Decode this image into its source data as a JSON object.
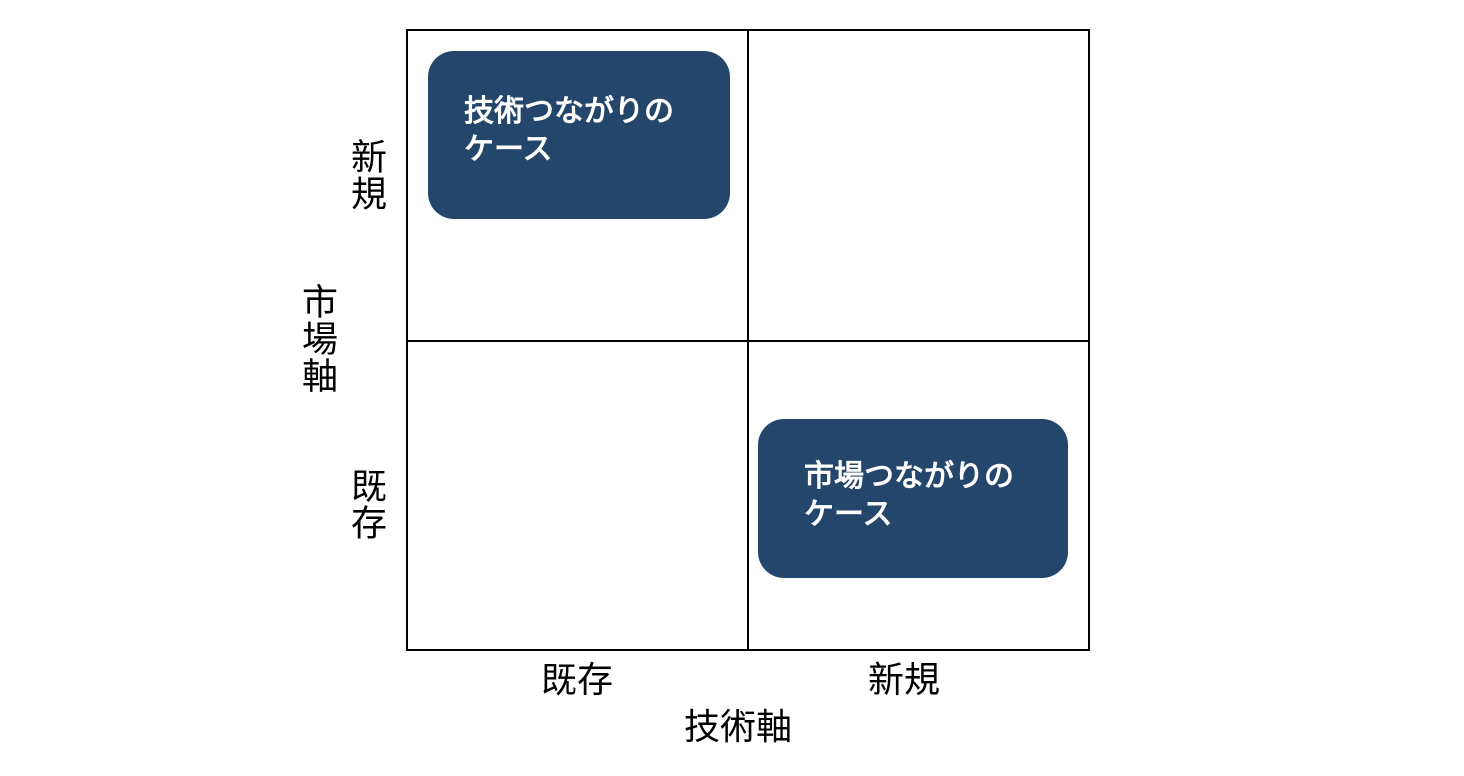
{
  "matrix": {
    "cells": {
      "top_left": {
        "line1": "技術つながりの",
        "line2": "ケース"
      },
      "bottom_right": {
        "line1": "市場つながりの",
        "line2": "ケース"
      }
    }
  },
  "axes": {
    "y": {
      "title": "市場軸",
      "top_label": "新規",
      "bottom_label": "既存"
    },
    "x": {
      "title": "技術軸",
      "left_label": "既存",
      "right_label": "新規"
    }
  },
  "colors": {
    "box_fill": "#24466b",
    "box_text": "#ffffff",
    "grid_line": "#000000"
  }
}
